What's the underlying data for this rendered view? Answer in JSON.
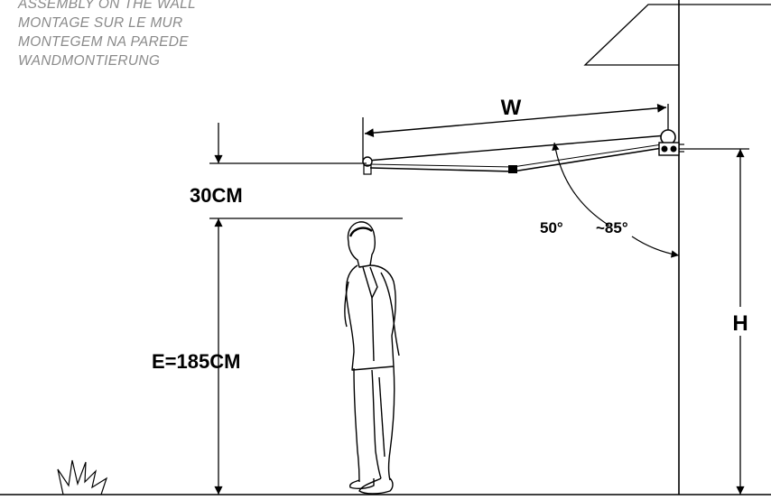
{
  "captions": [
    "ASSEMBLY ON THE WALL",
    "MONTAGE SUR LE MUR",
    "MONTEGEM NA PAREDE",
    "WANDMONTIERUNG"
  ],
  "dimensions": {
    "width": "W",
    "clearance": "30CM",
    "person_height": "E=185CM",
    "mount_height": "H",
    "angle_min": "50°",
    "angle_max": "~85°"
  },
  "colors": {
    "line": "#000000",
    "caption": "#8a8a8a"
  }
}
